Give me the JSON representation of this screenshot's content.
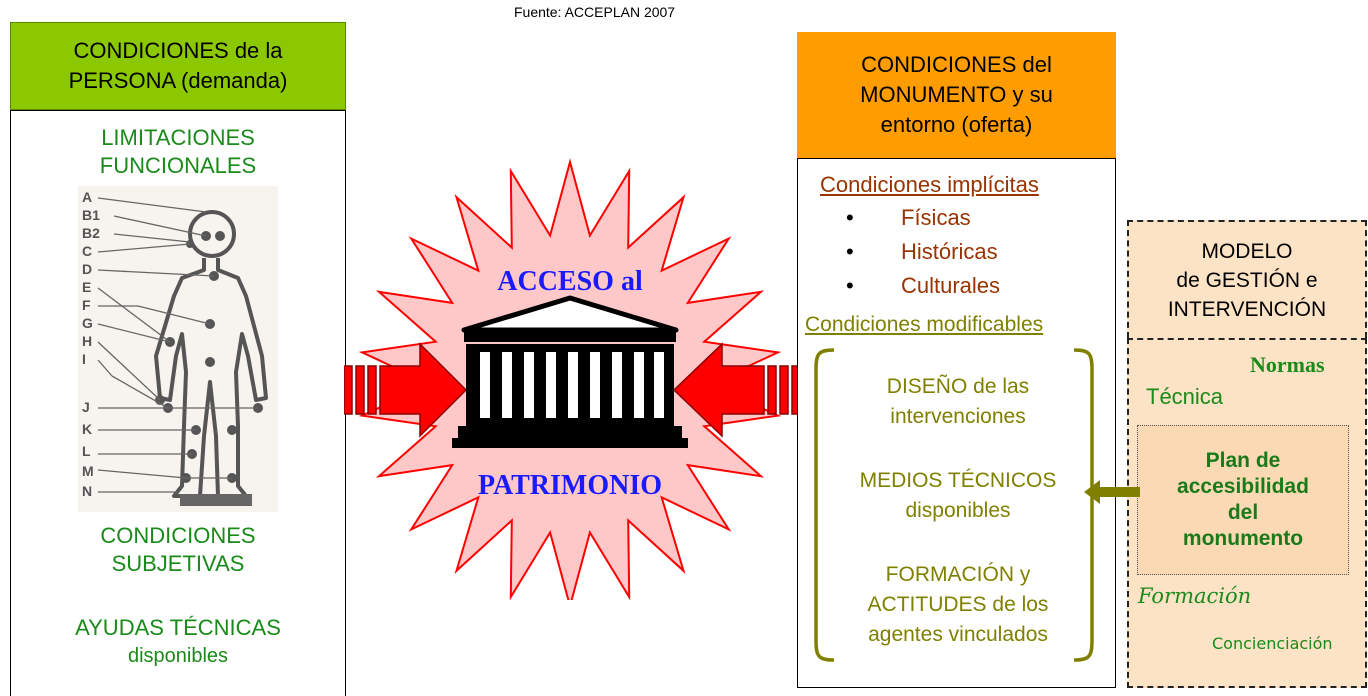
{
  "source": "Fuente: ACCEPLAN 2007",
  "left": {
    "header_line1": "CONDICIONES de la",
    "header_line2": "PERSONA (demanda)",
    "limitations_line1": "LIMITACIONES",
    "limitations_line2": "FUNCIONALES",
    "body_labels": [
      "A",
      "B1",
      "B2",
      "C",
      "D",
      "E",
      "F",
      "G",
      "H",
      "I",
      "J",
      "K",
      "L",
      "M",
      "N"
    ],
    "subjective_line1": "CONDICIONES",
    "subjective_line2": "SUBJETIVAS",
    "aids_line1": "AYUDAS TÉCNICAS",
    "aids_line2": "disponibles"
  },
  "center": {
    "line1": "ACCESO al",
    "line2": "PATRIMONIO"
  },
  "right": {
    "header_line1": "CONDICIONES del",
    "header_line2": "MONUMENTO y su",
    "header_line3": "entorno (oferta)",
    "implicit_title": "Condiciones implícitas",
    "implicit_items": [
      "Físicas",
      "Históricas",
      "Culturales"
    ],
    "modifiable_title": "Condiciones modificables",
    "design_line1": "DISEÑO de las",
    "design_line2": "intervenciones",
    "means_line1": "MEDIOS TÉCNICOS",
    "means_line2": "disponibles",
    "training_line1": "FORMACIÓN y",
    "training_line2": "ACTITUDES de los",
    "training_line3": "agentes vinculados"
  },
  "far_right": {
    "header_line1": "MODELO",
    "header_line2": "de GESTIÓN e",
    "header_line3": "INTERVENCIÓN",
    "normas": "Normas",
    "tecnica": "Técnica",
    "plan_line1": "Plan de",
    "plan_line2": "accesibilidad",
    "plan_line3": "del",
    "plan_line4": "monumento",
    "formacion": "Formación",
    "concienciacion": "Concienciación"
  },
  "colors": {
    "left_header": "#8cc800",
    "right_header": "#ff9c00",
    "far_right_bg": "#fde3c6",
    "star_fill": "#ffc8c8",
    "star_stroke": "#ff0000",
    "center_text": "#1a1aff",
    "arrow": "#ff0000",
    "green_text": "#1a8a1a",
    "brown_text": "#993300",
    "olive_text": "#808000"
  }
}
